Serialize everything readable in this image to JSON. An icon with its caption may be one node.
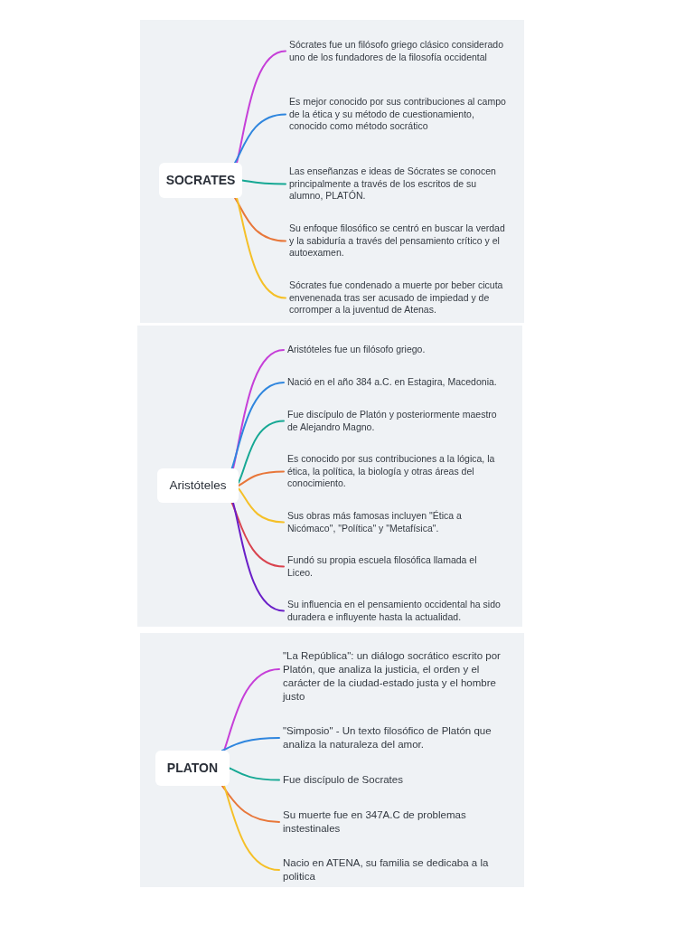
{
  "diagram": {
    "nodes": [
      {
        "text": [
          "SOCRATES"
        ]
      },
      {
        "text": [
          "Sócrates fue un filósofo griego clásico considerado uno de los fundadores de la filosofía occidental"
        ]
      },
      {
        "text": [
          "Es mejor conocido por sus contribuciones al campo de la ética y su método de cuestionamiento, conocido como método socrático"
        ]
      },
      {
        "text": [
          "Las enseñanzas e ideas de Sócrates se conocen principalmente a través de los escritos de su alumno, PLATÓN."
        ]
      },
      {
        "text": [
          "Su enfoque filosófico se centró en buscar la verdad y la sabiduría a través del pensamiento crítico y el autoexamen."
        ]
      },
      {
        "text": [
          "Sócrates fue condenado a muerte por beber cicuta envenenada tras ser acusado de impiedad y de corromper a la juventud de Atenas."
        ]
      },
      {
        "text": [
          "Aristóteles"
        ]
      },
      {
        "text": [
          "Aristóteles fue un filósofo griego."
        ]
      },
      {
        "text": [
          "Nació en el año 384 a.C. en Estagira, Macedonia."
        ]
      },
      {
        "text": [
          "Fue discípulo de Platón y posteriormente maestro de Alejandro Magno."
        ]
      },
      {
        "text": [
          "Es conocido por sus contribuciones a la lógica, la ética, la política, la biología y otras áreas del conocimiento."
        ]
      },
      {
        "text": [
          "Sus obras más famosas incluyen \"Ética a Nicómaco\", \"Política\" y \"Metafísica\"."
        ]
      },
      {
        "text": [
          "Fundó su propia escuela filosófica llamada el Liceo."
        ]
      },
      {
        "text": [
          "Su influencia en el pensamiento occidental ha sido duradera e influyente hasta la actualidad."
        ]
      },
      {
        "text": [
          "PLATON"
        ]
      },
      {
        "text": [
          "\"La República\": un diálogo socrático escrito por Platón, que analiza la justicia, el orden y el carácter de la ciudad-estado justa y el hombre justo"
        ]
      },
      {
        "text": [
          "\"Simposio\" - Un texto filosófico de Platón que analiza la naturaleza del amor."
        ]
      },
      {
        "text": [
          "Fue discípulo de Socrates"
        ]
      },
      {
        "text": [
          "Su muerte fue en 347A.C de problemas instestinales"
        ]
      },
      {
        "text": [
          "Nacio en ATENA, su familia se dedicaba a la politica"
        ]
      }
    ],
    "edges": [
      {
        "from": 0,
        "to": 1,
        "arrow": "none",
        "color": "#c63fd8"
      },
      {
        "from": 0,
        "to": 2,
        "arrow": "none",
        "color": "#2f86de"
      },
      {
        "from": 0,
        "to": 3,
        "arrow": "none",
        "color": "#16a894"
      },
      {
        "from": 0,
        "to": 4,
        "arrow": "none",
        "color": "#e8773a"
      },
      {
        "from": 0,
        "to": 5,
        "arrow": "none",
        "color": "#f5c028"
      },
      {
        "from": 6,
        "to": 7,
        "arrow": "none",
        "color": "#c63fd8"
      },
      {
        "from": 6,
        "to": 8,
        "arrow": "none",
        "color": "#2f86de"
      },
      {
        "from": 6,
        "to": 9,
        "arrow": "none",
        "color": "#16a894"
      },
      {
        "from": 6,
        "to": 10,
        "arrow": "none",
        "color": "#e8773a"
      },
      {
        "from": 6,
        "to": 11,
        "arrow": "none",
        "color": "#f5c028"
      },
      {
        "from": 6,
        "to": 12,
        "arrow": "none",
        "color": "#d9434e"
      },
      {
        "from": 6,
        "to": 13,
        "arrow": "none",
        "color": "#6a1fc8"
      },
      {
        "from": 14,
        "to": 15,
        "arrow": "none",
        "color": "#c63fd8"
      },
      {
        "from": 14,
        "to": 16,
        "arrow": "none",
        "color": "#2f86de"
      },
      {
        "from": 14,
        "to": 17,
        "arrow": "none",
        "color": "#16a894"
      },
      {
        "from": 14,
        "to": 18,
        "arrow": "none",
        "color": "#e8773a"
      },
      {
        "from": 14,
        "to": 19,
        "arrow": "none",
        "color": "#f5c028"
      }
    ]
  }
}
